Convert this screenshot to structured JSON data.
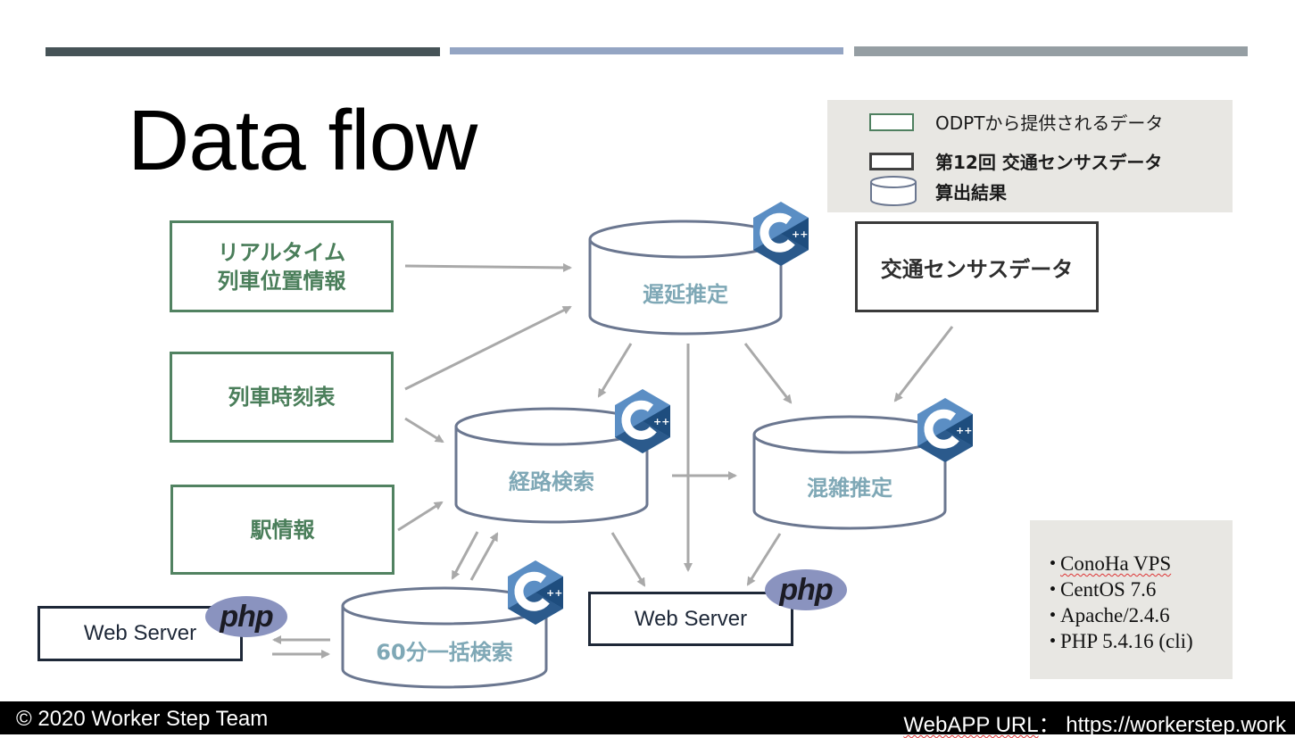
{
  "slide": {
    "title": "Data flow",
    "top_bars": [
      {
        "name": "bar-1",
        "color": "#465357"
      },
      {
        "name": "bar-2",
        "color": "#94a5c3"
      },
      {
        "name": "bar-3",
        "color": "#959ea3"
      }
    ]
  },
  "legend": {
    "items": [
      {
        "shape": "green-rect",
        "label": "ODPTから提供されるデータ"
      },
      {
        "shape": "dark-rect",
        "label": "第12回 交通センサスデータ"
      },
      {
        "shape": "cylinder",
        "label": "算出結果"
      }
    ]
  },
  "sources": {
    "realtime": {
      "line1": "リアルタイム",
      "line2": "列車位置情報"
    },
    "timetable": "列車時刻表",
    "station": "駅情報",
    "census": "交通センサスデータ"
  },
  "processes": {
    "delay": "遅延推定",
    "route": "経路検索",
    "congestion": "混雑推定",
    "batch": "60分一括検索"
  },
  "servers": {
    "web_server_left": "Web Server",
    "web_server_center": "Web Server",
    "php_badge": "php",
    "cpp_badge": "C++"
  },
  "environment": {
    "items": [
      "ConoHa VPS",
      "CentOS 7.6",
      "Apache/2.4.6",
      "PHP 5.4.16 (cli)"
    ],
    "bullet": "・"
  },
  "footer": {
    "copyright": "© 2020 Worker Step Team",
    "url_label": "WebAPP URL",
    "url_sep": "： ",
    "url": "https://workerstep.work"
  },
  "colors": {
    "odpt_green": "#518261",
    "census_dark": "#3a3a3a",
    "cylinder_stroke": "#6b7790",
    "process_text": "#7fa8b6",
    "arrow": "#a9a9a9",
    "cpp_blue": "#5b8ec4",
    "php_purple": "#8a93bf"
  }
}
